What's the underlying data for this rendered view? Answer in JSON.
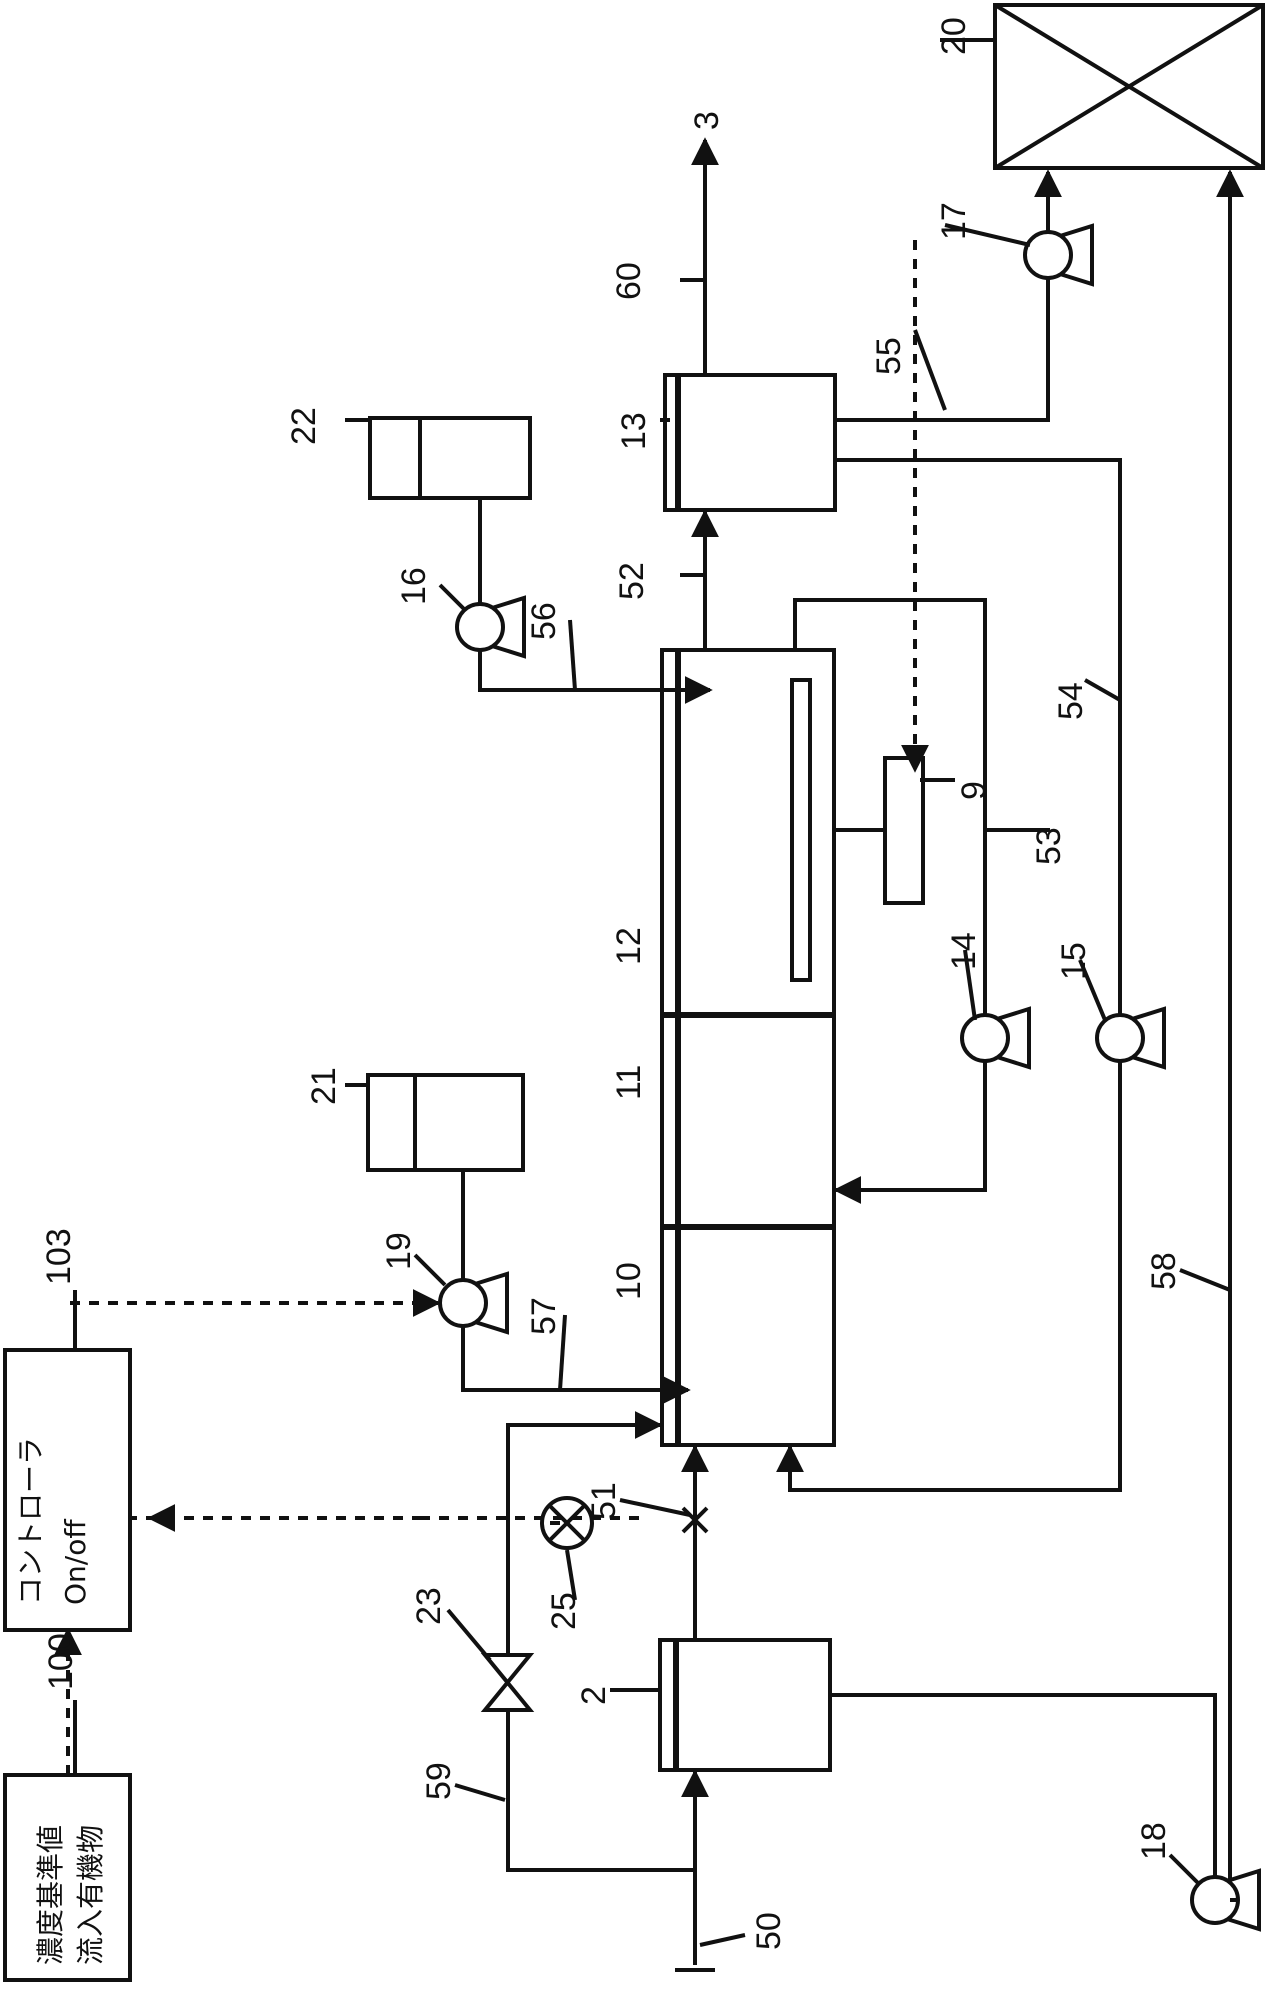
{
  "labels": {
    "l2": "2",
    "l3": "3",
    "l9": "9",
    "l10": "10",
    "l11": "11",
    "l12": "12",
    "l13": "13",
    "l14": "14",
    "l15": "15",
    "l16": "16",
    "l17": "17",
    "l18": "18",
    "l19": "19",
    "l20": "20",
    "l21": "21",
    "l22": "22",
    "l23": "23",
    "l25": "25",
    "l50": "50",
    "l51": "51",
    "l52": "52",
    "l53": "53",
    "l54": "54",
    "l55": "55",
    "l56": "56",
    "l57": "57",
    "l58": "58",
    "l59": "59",
    "l60": "60",
    "l100": "100",
    "l103": "103"
  },
  "boxes": {
    "reference_line1": "流入有機物",
    "reference_line2": "濃度基準値",
    "controller_line1": "On/off",
    "controller_line2": "コントローラ"
  }
}
